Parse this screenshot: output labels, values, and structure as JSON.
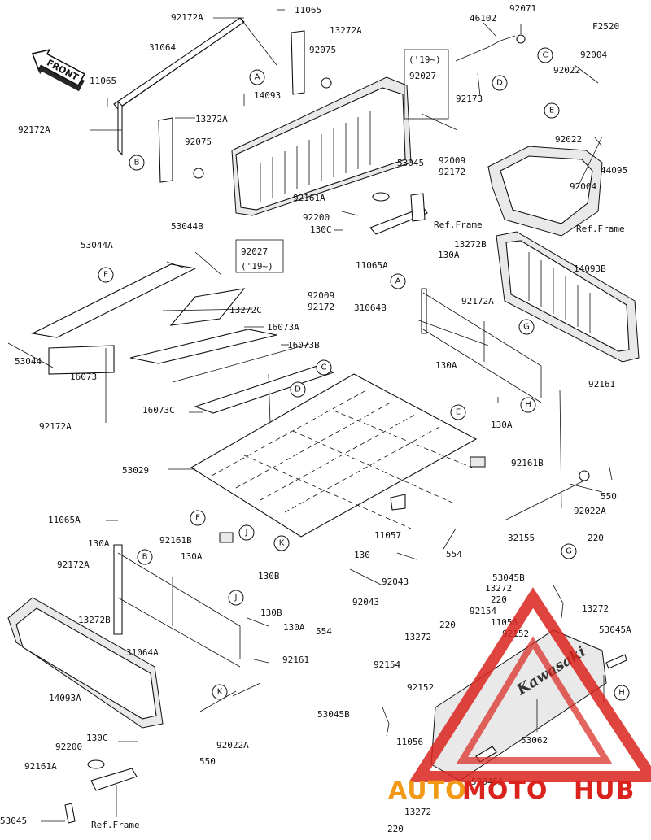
{
  "figure_code": "F2520",
  "front_label": "FRONT",
  "ref_frame_label": "Ref.Frame",
  "year_note": "('19~)",
  "watermark": {
    "auto": "AUTO",
    "moto": "MOTO",
    "hub": "HUB",
    "color_red": "#d9231c",
    "color_orange": "#f29a18"
  },
  "decal_text": "Kawasaki",
  "labels": [
    {
      "text": "92172A"
    },
    {
      "text": "11065"
    },
    {
      "text": "13272A"
    },
    {
      "text": "31064"
    },
    {
      "text": "92075"
    },
    {
      "text": "11065"
    },
    {
      "text": "13272A"
    },
    {
      "text": "92172A"
    },
    {
      "text": "92075"
    },
    {
      "text": "14093"
    },
    {
      "text": "46102"
    },
    {
      "text": "92071"
    },
    {
      "text": "92027"
    },
    {
      "text": "92173"
    },
    {
      "text": "92004"
    },
    {
      "text": "92022"
    },
    {
      "text": "92009"
    },
    {
      "text": "92172"
    },
    {
      "text": "92022"
    },
    {
      "text": "44095"
    },
    {
      "text": "92004"
    },
    {
      "text": "53045"
    },
    {
      "text": "92161A"
    },
    {
      "text": "92200"
    },
    {
      "text": "130C"
    },
    {
      "text": "53044B"
    },
    {
      "text": "53044A"
    },
    {
      "text": "92027"
    },
    {
      "text": "92009"
    },
    {
      "text": "92172"
    },
    {
      "text": "13272B"
    },
    {
      "text": "11065A"
    },
    {
      "text": "130A"
    },
    {
      "text": "14093B"
    },
    {
      "text": "31064B"
    },
    {
      "text": "92172A"
    },
    {
      "text": "13272C"
    },
    {
      "text": "16073A"
    },
    {
      "text": "16073B"
    },
    {
      "text": "53044"
    },
    {
      "text": "16073"
    },
    {
      "text": "130A"
    },
    {
      "text": "92161"
    },
    {
      "text": "16073C"
    },
    {
      "text": "130A"
    },
    {
      "text": "92172A"
    },
    {
      "text": "53029"
    },
    {
      "text": "92161B"
    },
    {
      "text": "550"
    },
    {
      "text": "92022A"
    },
    {
      "text": "92161B"
    },
    {
      "text": "11057"
    },
    {
      "text": "32155"
    },
    {
      "text": "554"
    },
    {
      "text": "130"
    },
    {
      "text": "11065A"
    },
    {
      "text": "130A"
    },
    {
      "text": "130A"
    },
    {
      "text": "92043"
    },
    {
      "text": "92172A"
    },
    {
      "text": "130B"
    },
    {
      "text": "220"
    },
    {
      "text": "130B"
    },
    {
      "text": "53045B"
    },
    {
      "text": "92043"
    },
    {
      "text": "13272"
    },
    {
      "text": "13272B"
    },
    {
      "text": "554"
    },
    {
      "text": "130A"
    },
    {
      "text": "220"
    },
    {
      "text": "13272"
    },
    {
      "text": "31064A"
    },
    {
      "text": "92154"
    },
    {
      "text": "11056"
    },
    {
      "text": "92152"
    },
    {
      "text": "53045A"
    },
    {
      "text": "220"
    },
    {
      "text": "92161"
    },
    {
      "text": "13272"
    },
    {
      "text": "14093A"
    },
    {
      "text": "92154"
    },
    {
      "text": "92152"
    },
    {
      "text": "53045B"
    },
    {
      "text": "11056"
    },
    {
      "text": "53062"
    },
    {
      "text": "130C"
    },
    {
      "text": "550"
    },
    {
      "text": "92022A"
    },
    {
      "text": "92200"
    },
    {
      "text": "92161A"
    },
    {
      "text": "53045"
    },
    {
      "text": "53045A"
    },
    {
      "text": "13272"
    },
    {
      "text": "220"
    }
  ],
  "callouts": [
    "A",
    "B",
    "C",
    "D",
    "E",
    "F",
    "G",
    "H",
    "J",
    "K",
    "A",
    "B",
    "C",
    "D",
    "E",
    "F",
    "G",
    "H",
    "J",
    "K",
    "G",
    "H"
  ]
}
